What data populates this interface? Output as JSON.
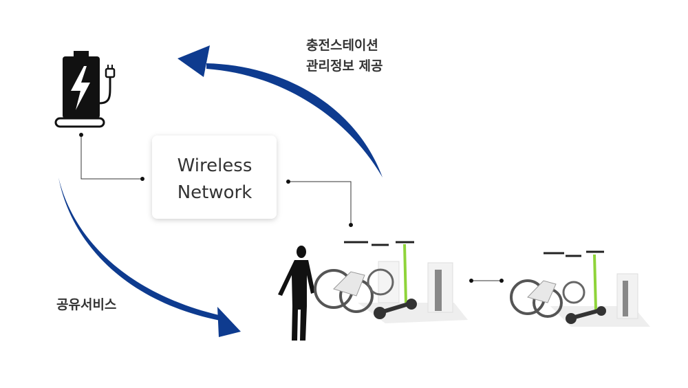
{
  "title": "Wireless network diagram for shared bike and scooter charging stations",
  "labels": {
    "charging_info_line1": "충전스테이션",
    "charging_info_line2": "관리정보 제공",
    "sharing_service": "공유서비스"
  },
  "network_box": {
    "line1": "Wireless",
    "line2": "Network"
  },
  "colors": {
    "arrow": "#0e3b8f",
    "text": "#333333",
    "scooter_accent": "#8fd43a"
  },
  "icons": [
    "charger-battery-icon",
    "person-icon",
    "bike-station-image"
  ]
}
